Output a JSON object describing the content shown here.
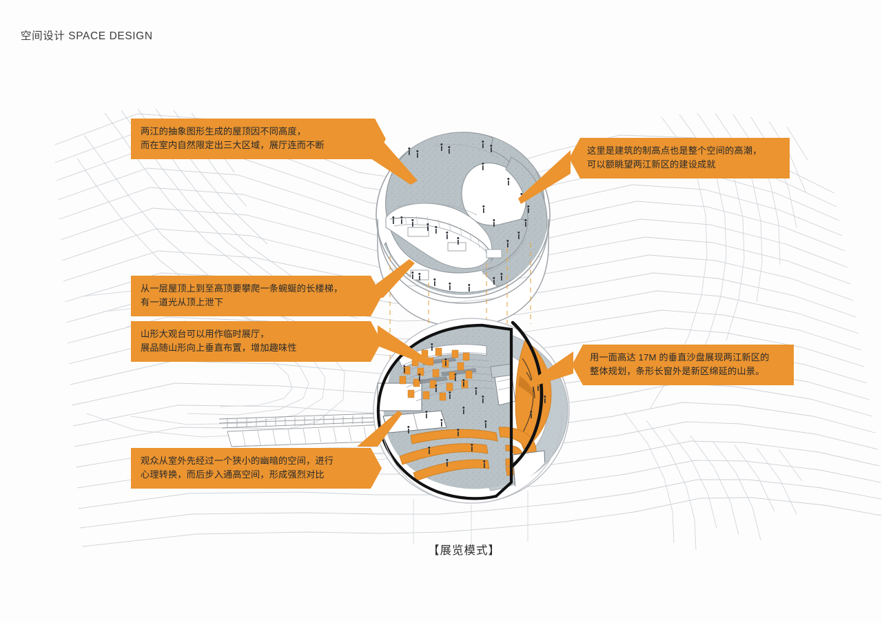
{
  "header": {
    "title": "空间设计 SPACE DESIGN"
  },
  "diagram": {
    "caption": "【展览模式】",
    "accent_color": "#eb9430",
    "floor_fill": "#b8c2c6",
    "outline_color": "#1a1a1a",
    "contour_color": "#c9ccd2",
    "background": "#fdfdfd"
  },
  "callouts": [
    {
      "id": "roof-zones",
      "side": "left",
      "text": "两江的抽象图形生成的屋顶因不同高度，\n而在室内自然限定出三大区域，展厅连而不断"
    },
    {
      "id": "highest-point",
      "side": "right",
      "text": "这里是建筑的制高点也是整个空间的高潮，\n可以额眺望两江新区的建设成就"
    },
    {
      "id": "long-stair",
      "side": "left",
      "text": "从一层屋顶上到至高顶要攀爬一条蜿蜒的长楼梯，\n有一道光从顶上泄下"
    },
    {
      "id": "mountain-terrace",
      "side": "left",
      "text": "山形大观台可以用作临时展厅，\n展品随山形向上垂直布置，增加趣味性"
    },
    {
      "id": "vertical-sandtable",
      "side": "right",
      "text": "用一面高达 17M 的垂直沙盘展现两江新区的\n整体规划，条形长窗外是新区绵延的山景。"
    },
    {
      "id": "entry-sequence",
      "side": "left",
      "text": "观众从室外先经过一个狭小的幽暗的空间，进行\n心理转换，而后步入通高空间，形成强烈对比"
    }
  ]
}
